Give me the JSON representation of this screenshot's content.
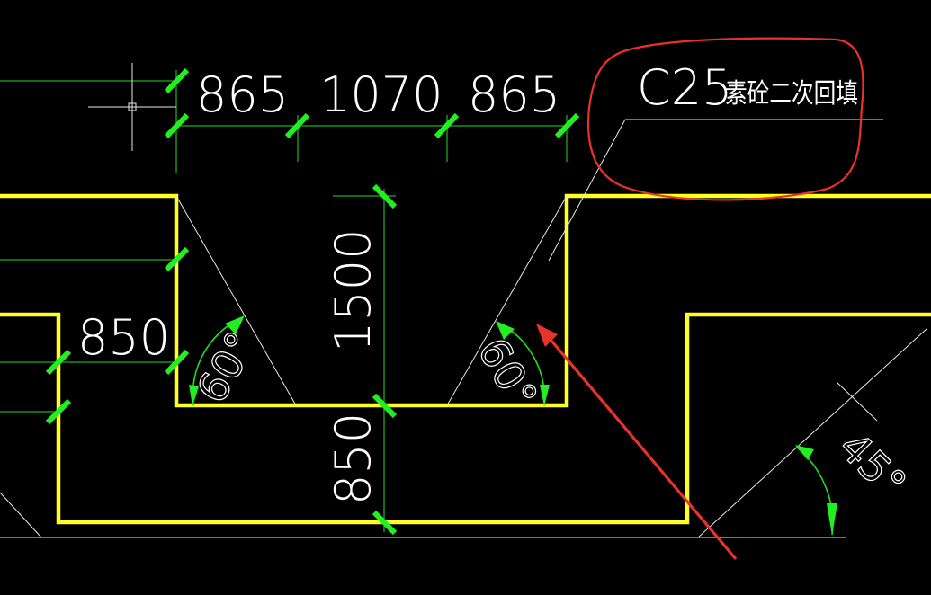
{
  "dimensions": {
    "top_left": "865",
    "top_middle": "1070",
    "top_right": "865",
    "depth_vertical": "1500",
    "left_width": "850",
    "bottom_depth": "850"
  },
  "angles": {
    "left_slope": "60°",
    "right_slope": "60°",
    "far_right_slope": "45°"
  },
  "annotation": {
    "grade": "C25",
    "description": "素砼二次回填"
  },
  "colors": {
    "background": "#000000",
    "outline": "#ffff22",
    "dimension": "#22dd22",
    "text": "#ffffff",
    "markup": "#e8322a"
  }
}
